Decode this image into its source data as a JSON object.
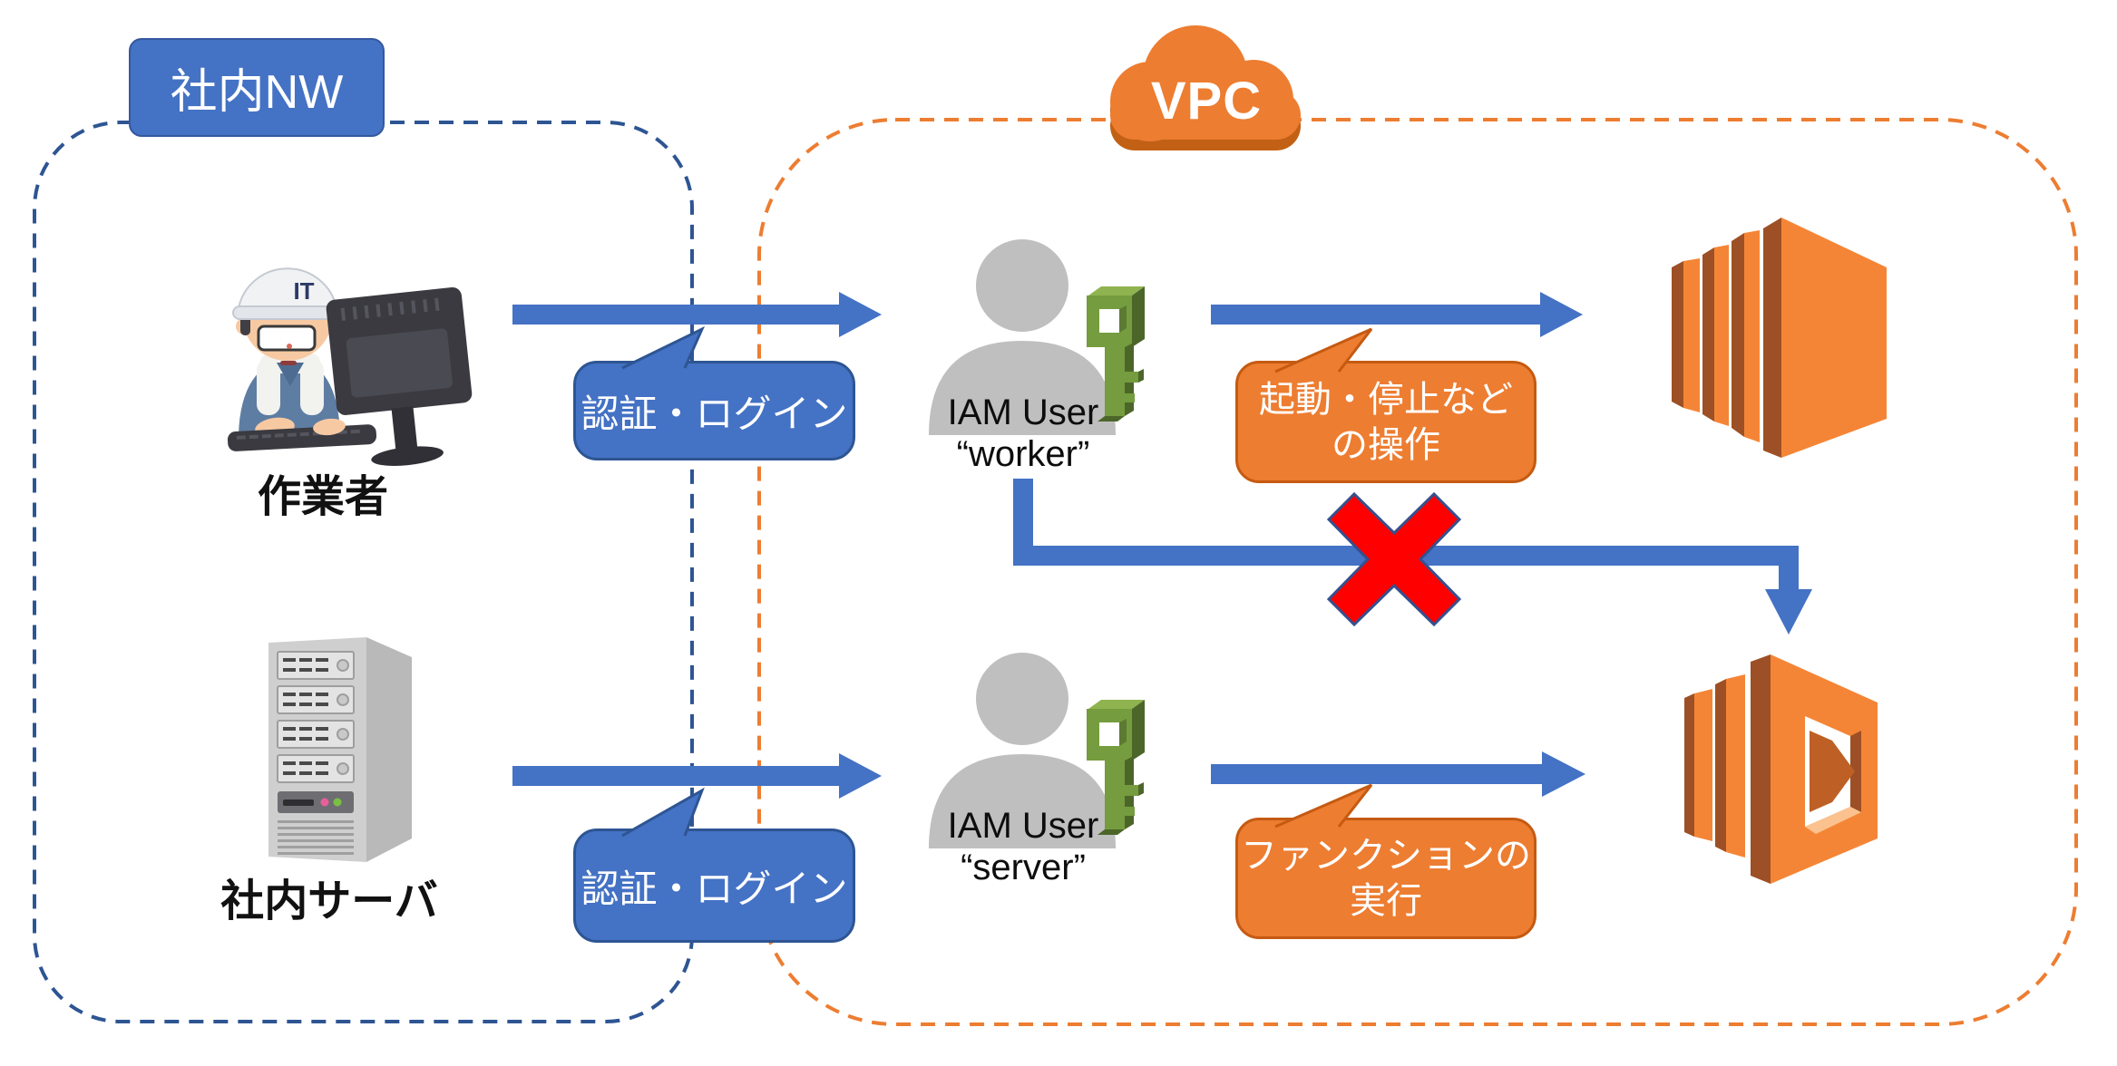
{
  "zones": {
    "internal_network": {
      "label": "社内NW"
    },
    "vpc": {
      "label": "VPC"
    }
  },
  "nodes": {
    "worker": {
      "caption": "作業者",
      "helmet_text": "IT",
      "icon": "worker-at-computer-illustration"
    },
    "office_server": {
      "caption": "社内サーバ",
      "icon": "tower-server-illustration"
    },
    "iam_worker": {
      "line1": "IAM User",
      "line2": "“worker”",
      "icon": "iam-user-with-key"
    },
    "iam_server": {
      "line1": "IAM User",
      "line2": "“server”",
      "icon": "iam-user-with-key"
    },
    "ec2": {
      "icon": "aws-ec2"
    },
    "lambda": {
      "icon": "aws-lambda"
    }
  },
  "callouts": {
    "auth_login_top": {
      "text": "認証・ログイン"
    },
    "auth_login_bottom": {
      "text": "認証・ログイン"
    },
    "ec2_operation": {
      "line1": "起動・停止など",
      "line2": "の操作"
    },
    "lambda_execution": {
      "line1": "ファンクションの",
      "line2": "実行"
    }
  },
  "edges": [
    {
      "from": "worker",
      "to": "iam_worker",
      "label": "認証・ログイン"
    },
    {
      "from": "iam_worker",
      "to": "ec2",
      "label": "起動・停止などの操作"
    },
    {
      "from": "iam_worker",
      "to": "lambda",
      "status": "blocked",
      "marker": "red-x"
    },
    {
      "from": "office_server",
      "to": "iam_server",
      "label": "認証・ログイン"
    },
    {
      "from": "iam_server",
      "to": "lambda",
      "label": "ファンクションの実行"
    }
  ],
  "colors": {
    "accent_blue": "#4472C4",
    "blue_border": "#2E5593",
    "navy_dash": "#2E5593",
    "orange": "#ED7D31",
    "orange_border": "#C55A11",
    "aws_orange": "#F58536",
    "aws_orange_dark": "#9D5025",
    "key_green": "#759C3E",
    "key_green_dark": "#4C662A",
    "person_gray": "#BFBFBF",
    "blocked_red": "#FF0000"
  }
}
